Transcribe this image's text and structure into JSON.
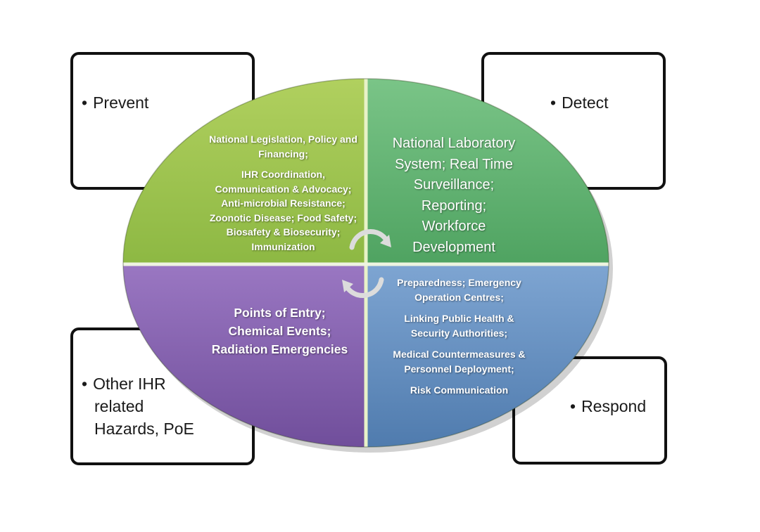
{
  "corners": {
    "prevent": "Prevent",
    "detect": "Detect",
    "other": [
      "Other IHR",
      "related",
      "Hazards, PoE"
    ],
    "respond": "Respond"
  },
  "quadrants": {
    "prevent_items": [
      "National Legislation, Policy and",
      "Financing;",
      "IHR Coordination,",
      "Communication & Advocacy;",
      "Anti-microbial Resistance;",
      "Zoonotic Disease; Food Safety;",
      "Biosafety & Biosecurity;",
      "Immunization"
    ],
    "detect_lines": [
      "National Laboratory",
      "System; Real Time",
      "Surveillance;",
      "Reporting;",
      "Workforce",
      "Development"
    ],
    "other_lines": [
      "Points of Entry;",
      "Chemical Events;",
      "Radiation Emergencies"
    ],
    "respond_items": [
      "Preparedness; Emergency",
      "Operation Centres;",
      "Linking Public Health &",
      "Security Authorities;",
      "Medical Countermeasures &",
      "Personnel Deployment;",
      "Risk Communication"
    ]
  },
  "colors": {
    "green_light": "#9cc04e",
    "green_medium": "#5fb06e",
    "purple": "#7e5aa8",
    "blue": "#5a86b8",
    "box_border": "#111111"
  }
}
